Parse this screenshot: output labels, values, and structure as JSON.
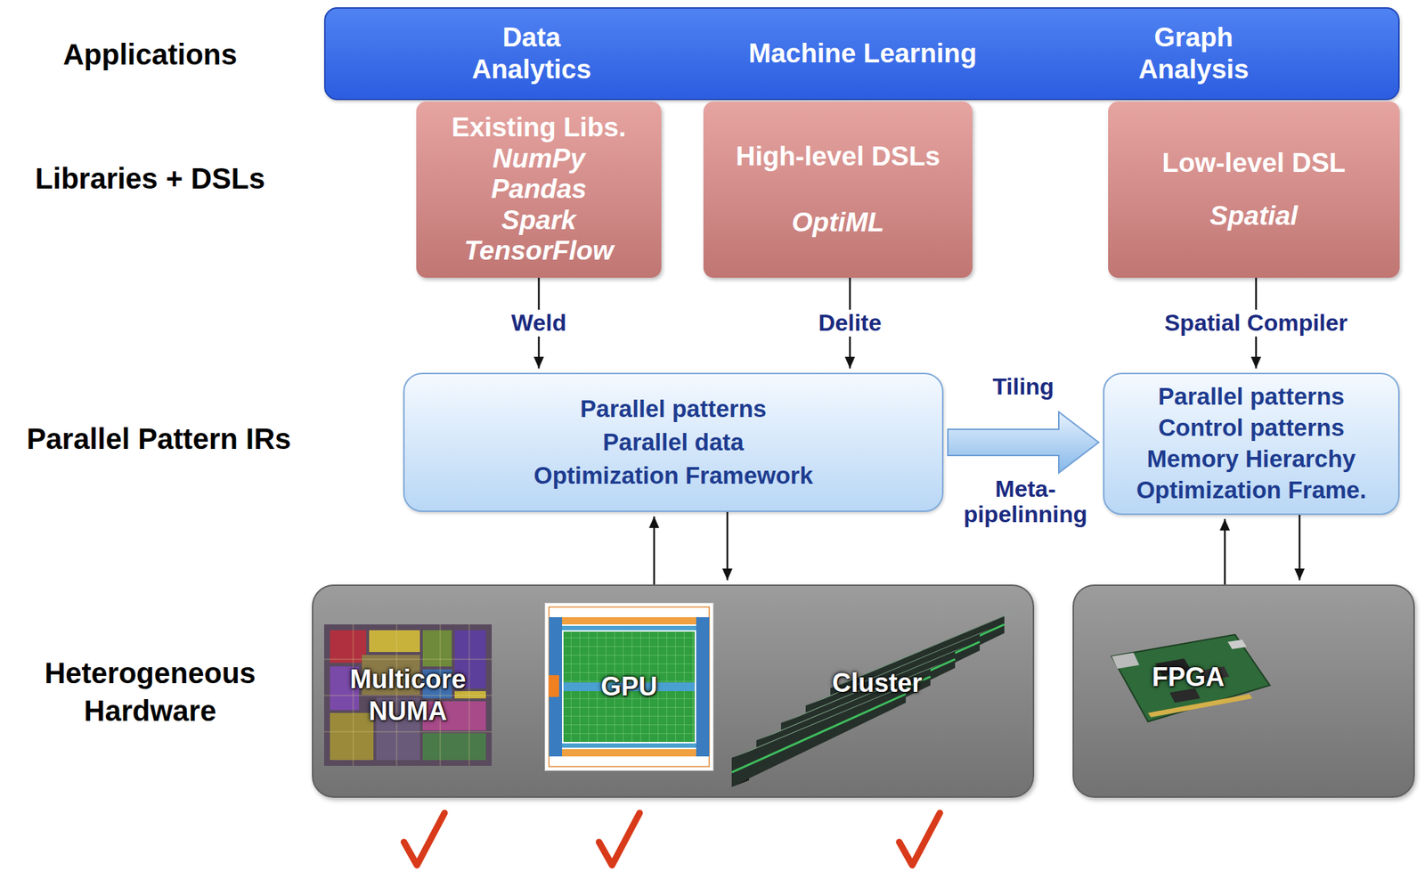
{
  "diagram": {
    "nodes": [
      {
        "text": [
          "Data Analytics",
          "Machine Learning",
          "Graph Analysis"
        ]
      },
      {
        "text": [
          "Existing Libs.",
          "NumPy Pandas Spark TensorFlow"
        ]
      },
      {
        "text": [
          "High-level DSLs",
          "OptiML"
        ]
      },
      {
        "text": [
          "Low-level DSL",
          "Spatial"
        ]
      },
      {
        "text": [
          "Parallel patterns",
          "Parallel data",
          "Optimization Framework"
        ]
      },
      {
        "text": [
          "Parallel patterns",
          "Control patterns",
          "Memory Hierarchy",
          "Optimization Frame."
        ]
      },
      {
        "text": []
      },
      {
        "text": [
          "Multicore NUMA"
        ],
        "in": 6
      },
      {
        "text": [
          "GPU"
        ],
        "in": 6
      },
      {
        "text": [
          "Cluster"
        ],
        "in": 6
      },
      {
        "text": []
      },
      {
        "text": [
          "FPGA"
        ],
        "in": 10
      }
    ],
    "edges": [
      {
        "from": 1,
        "to": 4,
        "label": "Weld",
        "arrow": "to"
      },
      {
        "from": 2,
        "to": 4,
        "label": "Delite",
        "arrow": "to"
      },
      {
        "from": 3,
        "to": 5,
        "label": "Spatial Compiler",
        "arrow": "to"
      },
      {
        "from": 4,
        "to": 5,
        "label": "Tiling",
        "arrow": "to"
      },
      {
        "from": 6,
        "to": 4,
        "arrow": "to"
      },
      {
        "from": 4,
        "to": 6,
        "arrow": "to"
      },
      {
        "from": 10,
        "to": 5,
        "arrow": "to"
      },
      {
        "from": 5,
        "to": 10,
        "arrow": "to"
      }
    ],
    "labels": [
      "Applications",
      "Libraries + DSLs",
      "Parallel Pattern IRs",
      "Heterogeneous Hardware",
      "Meta- pipelinning"
    ]
  }
}
